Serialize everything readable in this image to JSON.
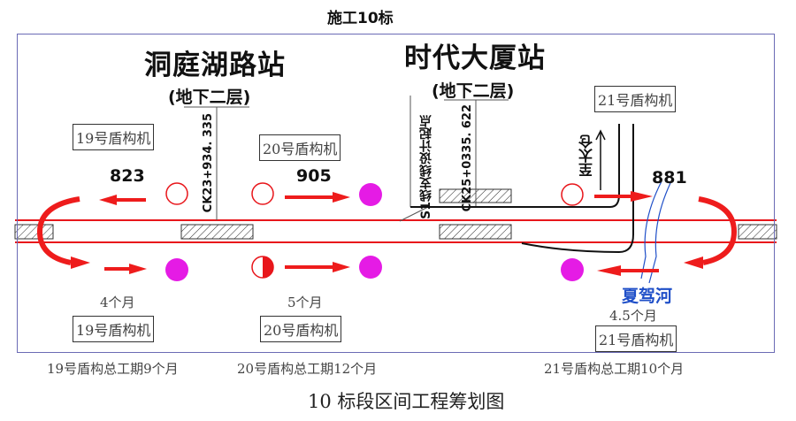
{
  "header": {
    "title": "施工10标"
  },
  "stations": [
    {
      "name": "洞庭湖路站",
      "level": "(地下二层)",
      "chainage": "CK23+934. 335"
    },
    {
      "name": "时代大厦站",
      "level": "(地下二层)",
      "chainage": "CK25+0335. 622"
    }
  ],
  "s1_label": "S1线支线设计起点",
  "to_taicang": "至太仓",
  "river": "夏驾河",
  "machines": {
    "m19_top": "19号盾构机",
    "m20_top": "20号盾构机",
    "m21_top": "21号盾构机",
    "m19_bottom": "19号盾构机",
    "m20_bottom": "20号盾构机",
    "m21_bottom": "21号盾构机"
  },
  "distances": {
    "d823": "823",
    "d905": "905",
    "d881": "881"
  },
  "months": {
    "m19": "4个月",
    "m20": "5个月",
    "m21": "4.5个月"
  },
  "totals": {
    "t19": "19号盾构总工期9个月",
    "t20": "20号盾构总工期12个月",
    "t21": "21号盾构总工期10个月"
  },
  "caption": "10 标段区间工程筹划图",
  "colors": {
    "track": "#e8161b",
    "arrow": "#ee1c1c",
    "done": "#e51be5",
    "frame": "#6b6bb5",
    "river": "#1f4fc8"
  }
}
